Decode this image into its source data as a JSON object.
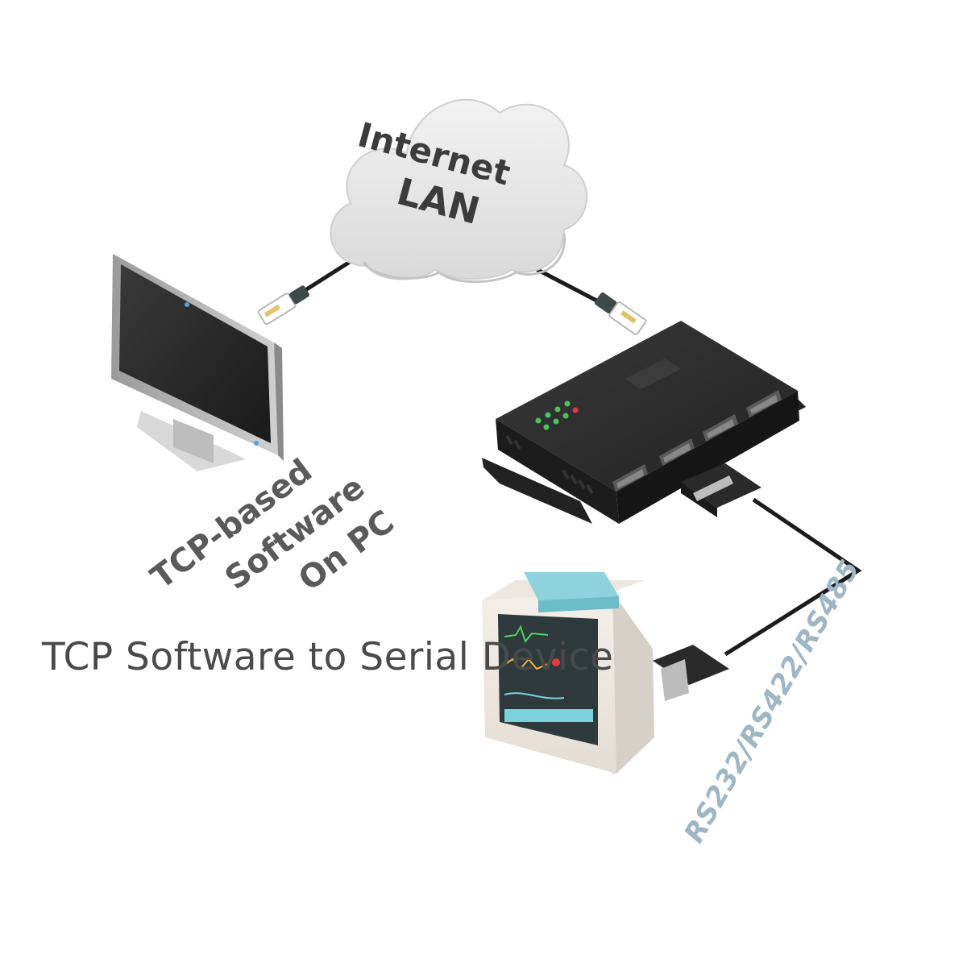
{
  "cloud": {
    "line1": "Internet",
    "line2": "LAN"
  },
  "pc_label": {
    "line1": "TCP-based",
    "line2": "Software",
    "line3": "On PC"
  },
  "serial_label": "RS232/RS422/RS485",
  "caption": "TCP Software to Serial Device",
  "colors": {
    "cloud": "#e6e6e6",
    "device_body": "#2a2a2a",
    "serial_label": "#9fb6c6",
    "caption": "#4a4a4a",
    "monitor_accent": "#7ad3dc"
  }
}
